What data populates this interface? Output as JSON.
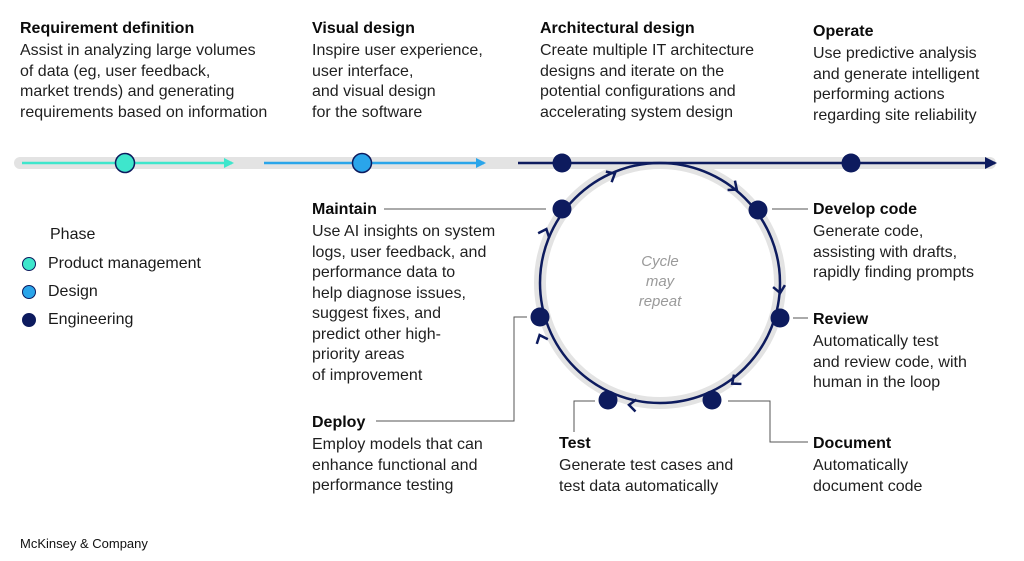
{
  "colors": {
    "product_management": "#3ee6cc",
    "design": "#2aa5ea",
    "engineering": "#0d1b5e",
    "track_gray": "#e3e3e3"
  },
  "phases": {
    "requirement": {
      "title": "Requirement definition",
      "desc": "Assist in analyzing large volumes\nof data (eg, user feedback,\nmarket trends) and generating\nrequirements based on information"
    },
    "visual": {
      "title": "Visual design",
      "desc": "Inspire user experience,\nuser interface,\nand visual design\nfor the software"
    },
    "architectural": {
      "title": "Architectural design",
      "desc": "Create multiple IT architecture\ndesigns and iterate on the\npotential configurations and\naccelerating system design"
    },
    "operate": {
      "title": "Operate",
      "desc": "Use predictive analysis\nand generate intelligent\nperforming actions\nregarding site reliability"
    }
  },
  "cycle": {
    "develop": {
      "title": "Develop code",
      "desc": "Generate code,\nassisting with drafts,\nrapidly finding prompts"
    },
    "review": {
      "title": "Review",
      "desc": "Automatically test\nand review code, with\nhuman in the loop"
    },
    "document": {
      "title": "Document",
      "desc": "Automatically\ndocument code"
    },
    "test": {
      "title": "Test",
      "desc": "Generate test cases and\ntest data automatically"
    },
    "deploy": {
      "title": "Deploy",
      "desc": "Employ models that can\nenhance functional and\nperformance testing"
    },
    "maintain": {
      "title": "Maintain",
      "desc": "Use AI insights on system\nlogs, user feedback, and\nperformance data to\nhelp diagnose issues,\nsuggest fixes, and\npredict other high-\npriority areas\nof improvement"
    },
    "note": "Cycle\nmay\nrepeat"
  },
  "legend": {
    "title": "Phase",
    "items": [
      {
        "label": "Product management",
        "color": "#3ee6cc"
      },
      {
        "label": "Design",
        "color": "#2aa5ea"
      },
      {
        "label": "Engineering",
        "color": "#0d1b5e"
      }
    ]
  },
  "footer": "McKinsey & Company"
}
